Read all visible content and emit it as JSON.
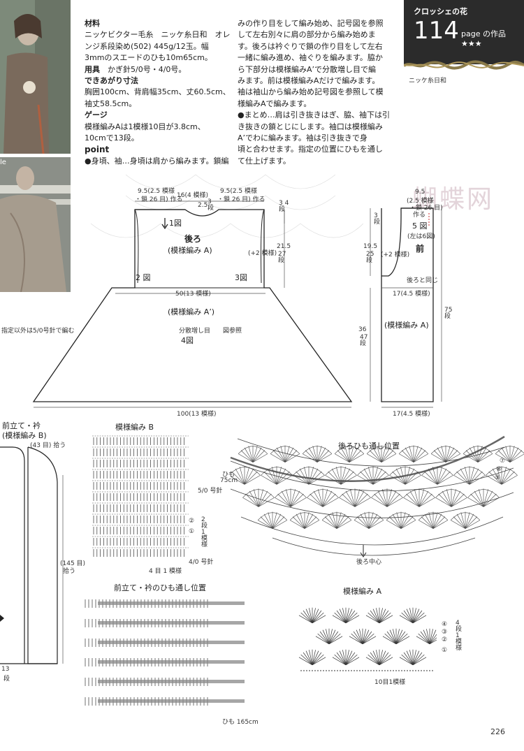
{
  "header": {
    "title": "クロッシェの花",
    "number": "114",
    "page_suffix": "page の作品 ★★★",
    "yarn_name": "ニッケ糸日和"
  },
  "instructions": {
    "materials_heading": "材料",
    "materials_lines": [
      "ニッケビクター毛糸　ニッケ糸日和　オレ",
      "ンジ系段染め(502) 445g/12玉。幅",
      "3mmのスエードのひも10m65cm。"
    ],
    "tools_heading": "用具",
    "tools_text": "かぎ針5/0号・4/0号。",
    "size_heading": "できあがり寸法",
    "size_lines": [
      "胸囲100cm、背肩幅35cm、丈60.5cm、",
      "袖丈58.5cm。"
    ],
    "gauge_heading": "ゲージ",
    "gauge_lines": [
      "模様編みAは1模様10目が3.8cm、",
      "10cmで13段。"
    ],
    "point_heading": "point",
    "point_line": "●身頃、袖…身頃は肩から編みます。鎖編",
    "col2_lines": [
      "みの作り目をして編み始め、記号図を参照",
      "して左右別々に肩の部分から編み始めま",
      "す。後ろは衿ぐりで鎖の作り目をして左右",
      "一緒に編み進め、袖ぐりを編みます。脇か",
      "ら下部分は模様編みA’で分散増し目で編",
      "みます。前は模様編みAだけで編みます。",
      "袖は袖山から編み始め記号図を参照して模",
      "様編みAで編みます。",
      "●まとめ…肩は引き抜きはぎ、脇、袖下は引",
      "き抜きの鎖とじにします。袖口は模様編み",
      "A’でわに編みます。袖は引き抜きで身",
      "頃と合わせます。指定の位置にひもを通し",
      "て仕上げます。"
    ]
  },
  "note_left": "指定以外は5/0号針で編む",
  "photo_label": "le",
  "back_diagram": {
    "top_left": "9.5(2.5 模様",
    "top_left2": "・鎖 26 目) 作る",
    "top_mid": "16(4 模様)",
    "top_right": "9.5(2.5 模様",
    "top_right2": "・鎖 26 目) 作る",
    "neck": "2.5",
    "neck_rows": "3 段",
    "shoulder_rows": "3 4段",
    "fig1": "1図",
    "title": "後ろ",
    "pattern": "(模様編み A)",
    "plus_rows": "(+2 模様)",
    "armhole": "21.5",
    "armhole_rows": "27 段",
    "fig2": "2 図",
    "fig3": "3図",
    "width_mid": "50(13 模様)",
    "lower_pattern": "(模様編み A’)",
    "increase": "分散増し目　　図参照",
    "fig4": "4図",
    "bottom": "100(13 模様)"
  },
  "front_diagram": {
    "top": "9.5",
    "top2": "(2.5 模様",
    "top3": "・鎖 26 目)",
    "top4": "作る",
    "rows": "3 段",
    "fig5": "5 図",
    "fig6": "(左は6図)",
    "title": "前",
    "armhole": "19.5",
    "armhole_rows": "25 段",
    "plus_rows": "(+2 模様)",
    "same_back": "後ろと同じ",
    "width_mid": "17(4.5 模様)",
    "pattern": "(模様編み A)",
    "side": "36",
    "side_rows": "47 段",
    "total": "75 段",
    "bottom": "17(4.5 模様)"
  },
  "front_band": {
    "title": "前立て・衿",
    "pattern": "(模様編み B)",
    "pickup_top": "(43 目) 拾う",
    "pickup_side": "(145 目)",
    "pickup_side2": "拾う",
    "bottom_rows": "13",
    "bottom_rows2": "段"
  },
  "pattern_b": {
    "title": "模様編み B",
    "hook5": "5/0 号針",
    "rows": "2段1模様",
    "m2": "②",
    "m1": "①",
    "hook4": "4/0 号針",
    "repeat": "4 目 1 模様"
  },
  "string_pos": {
    "title": "前立て・衿のひも通し位置",
    "string_len": "ひも 165cm"
  },
  "back_string": {
    "title": "後ろひも通し位置",
    "string": "ひも",
    "string_len": "75cm",
    "center": "後ろ中心",
    "m7": "⑦",
    "m8": "⑧",
    "m9": "⑨"
  },
  "pattern_a": {
    "title": "模様編み A",
    "marks": [
      "④",
      "③",
      "②",
      "①"
    ],
    "rows": "4段1模様",
    "repeat": "10目1模様"
  },
  "watermark": "蝴蝶网",
  "page_number": "226"
}
